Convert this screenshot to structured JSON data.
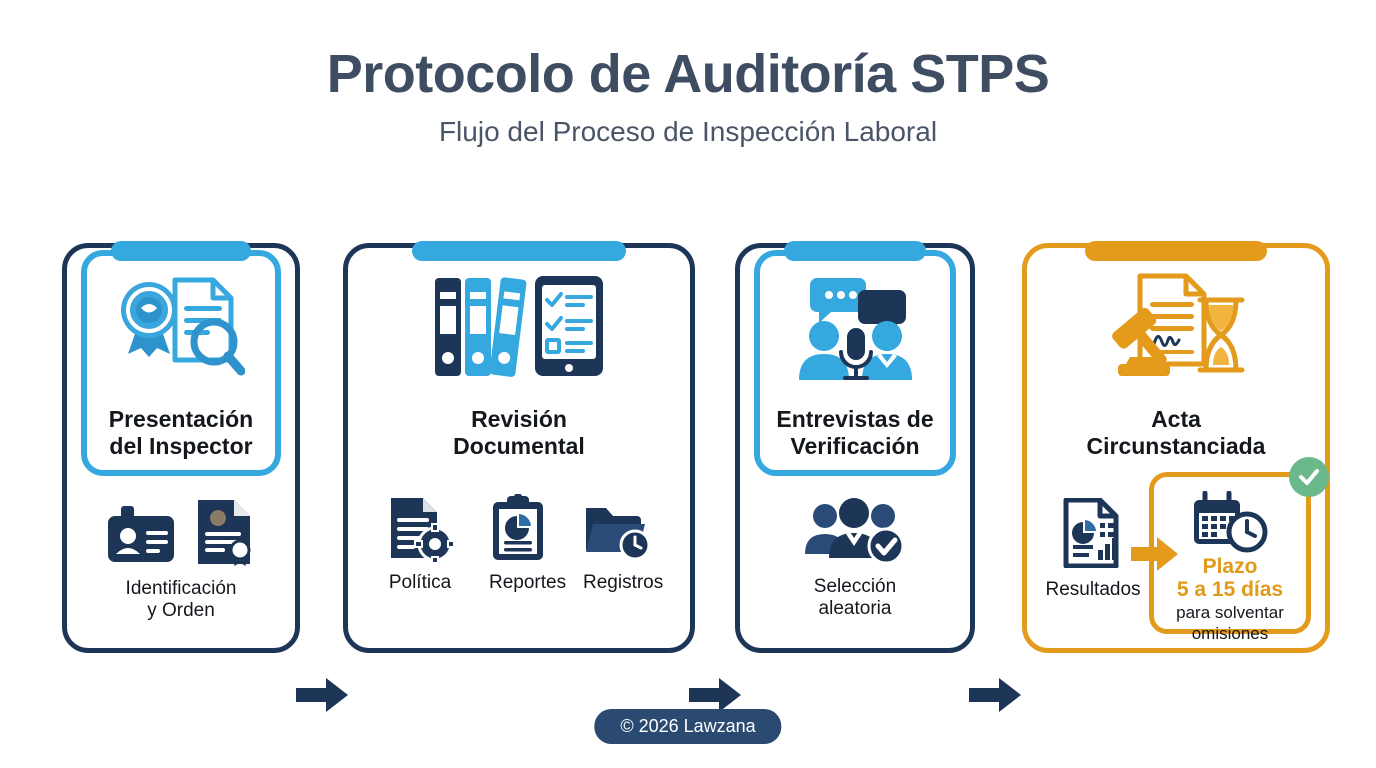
{
  "header": {
    "title": "Protocolo de Auditoría STPS",
    "subtitle": "Flujo del Proceso de Inspección Laboral"
  },
  "colors": {
    "navy": "#1d3557",
    "light_blue": "#35a8e0",
    "orange": "#e49a1b",
    "green": "#6bb98a",
    "title_gray": "#3e4d61",
    "footer_pill": "#2b4a71"
  },
  "steps": [
    {
      "index": 1,
      "title": "Presentación\ndel Inspector",
      "title_line1": "Presentación",
      "title_line2": "del Inspector",
      "accent": "#35a8e0",
      "main_icon": "seal-document-magnifier-icon",
      "sub_items": [
        {
          "icon": "id-badge-icon",
          "label": ""
        },
        {
          "icon": "certificate-document-icon",
          "label": ""
        }
      ],
      "sub_caption_line1": "Identificación",
      "sub_caption_line2": "y Orden"
    },
    {
      "index": 2,
      "title": "Revisión\nDocumental",
      "title_line1": "Revisión",
      "title_line2": "Documental",
      "accent": "#35a8e0",
      "main_icon": "binders-tablet-checklist-icon",
      "sub_items": [
        {
          "icon": "document-gear-icon",
          "label": "Política"
        },
        {
          "icon": "clipboard-chart-icon",
          "label": "Reportes"
        },
        {
          "icon": "folder-clock-icon",
          "label": "Registros"
        }
      ]
    },
    {
      "index": 3,
      "title": "Entrevistas de\nVerificación",
      "title_line1": "Entrevistas de",
      "title_line2": "Verificación",
      "accent": "#35a8e0",
      "main_icon": "speech-bubbles-people-microphone-icon",
      "sub_items": [
        {
          "icon": "people-group-check-icon",
          "label": ""
        }
      ],
      "sub_caption_line1": "Selección",
      "sub_caption_line2": "aleatoria"
    },
    {
      "index": 4,
      "title": "Acta\nCircunstanciada",
      "title_line1": "Acta",
      "title_line2": "Circunstanciada",
      "accent": "#e49a1b",
      "main_icon": "gavel-document-hourglass-icon",
      "sub_items": [
        {
          "icon": "results-chart-document-icon",
          "label": "Resultados"
        }
      ],
      "plazo": {
        "icon": "calendar-clock-icon",
        "line1": "Plazo",
        "line2": "5 a 15 días",
        "line3": "para solventar",
        "line4": "omisiones",
        "badge_icon": "green-check-badge-icon"
      }
    }
  ],
  "connectors": [
    {
      "icon": "arrow-right-icon",
      "from": 1,
      "to": 2
    },
    {
      "icon": "arrow-right-icon",
      "from": 2,
      "to": 3
    },
    {
      "icon": "arrow-right-icon",
      "from": 3,
      "to": 4
    }
  ],
  "footer": {
    "text": "© 2026 Lawzana"
  }
}
